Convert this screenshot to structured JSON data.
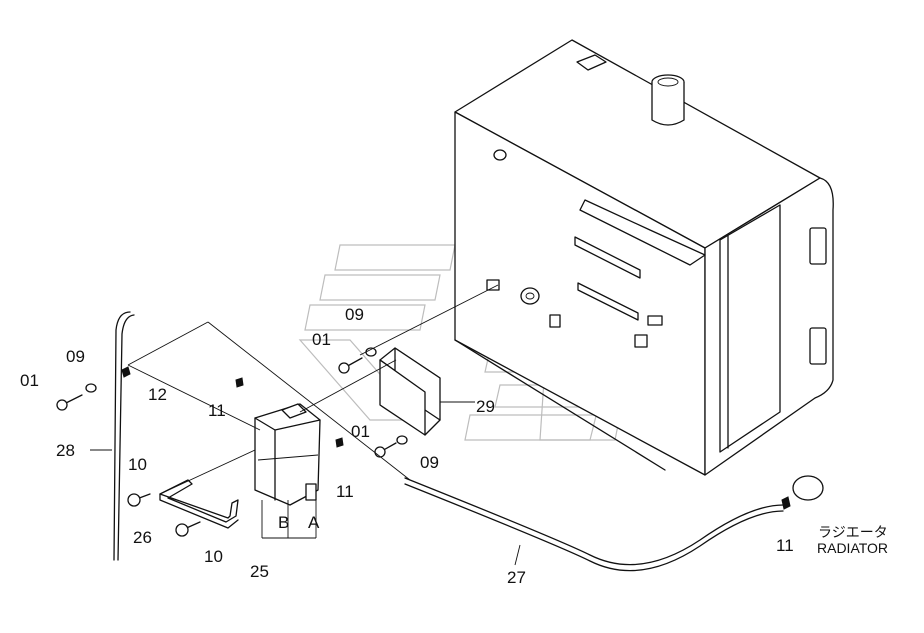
{
  "callouts": {
    "c01_left": "01",
    "c09_left": "09",
    "c12": "12",
    "c28": "28",
    "c10_top": "10",
    "c26": "26",
    "c10_bottom": "10",
    "c25": "25",
    "c_b": "B",
    "c_a": "A",
    "c11_mid": "11",
    "c11_right": "11",
    "c01_upper": "01",
    "c09_upper": "09",
    "c29": "29",
    "c01_lower": "01",
    "c09_lower": "09",
    "c27": "27",
    "c11_radiator": "11"
  },
  "radiator": {
    "label_jp": "ラジエータ",
    "label_en": "RADIATOR"
  }
}
